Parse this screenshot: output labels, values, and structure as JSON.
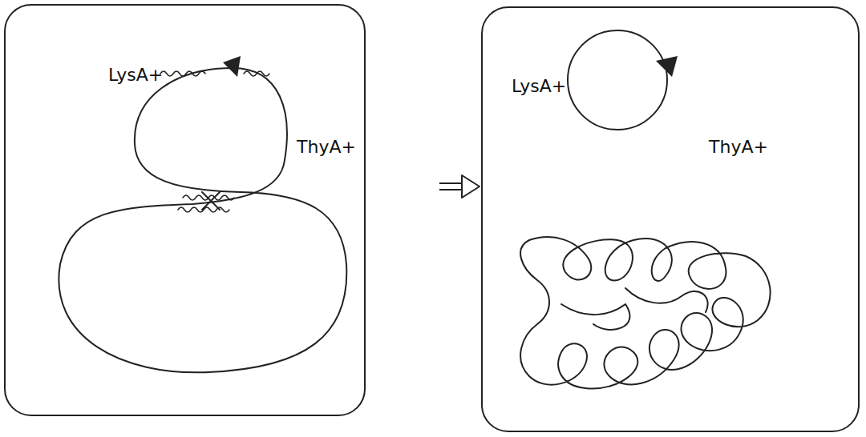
{
  "diagram": {
    "nodes": [
      {
        "text": [
          "LysA+",
          "ThyA+"
        ]
      },
      {
        "text": [
          "LysA+",
          "ThyA+"
        ]
      }
    ],
    "edges": [
      {
        "from": 0,
        "to": 1,
        "arrow": "to"
      }
    ]
  }
}
